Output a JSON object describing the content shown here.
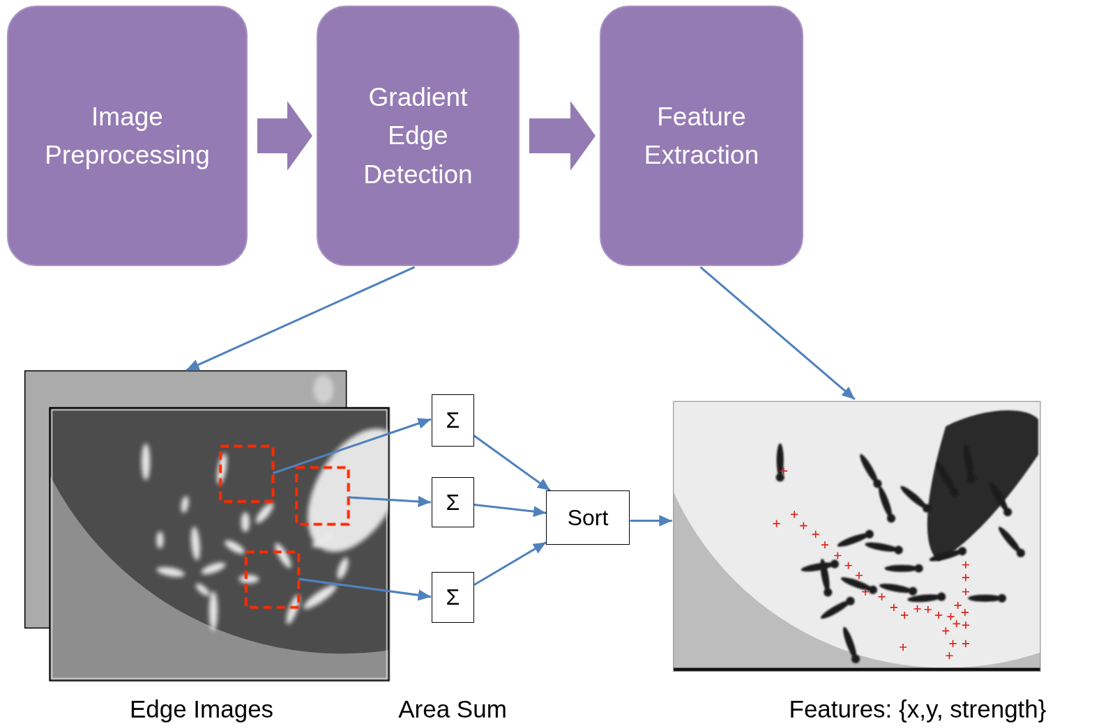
{
  "diagram": {
    "nodes": [
      {
        "text": [
          "Image Preprocessing"
        ]
      },
      {
        "text": [
          "Gradient Edge Detection"
        ]
      },
      {
        "text": [
          "Feature Extraction"
        ]
      },
      {
        "text": [
          "Σ"
        ]
      },
      {
        "text": [
          "Σ"
        ]
      },
      {
        "text": [
          "Σ"
        ]
      },
      {
        "text": [
          "Sort"
        ]
      }
    ],
    "edges": [
      {
        "from": 0,
        "to": 1,
        "arrow": "to"
      },
      {
        "from": 1,
        "to": 2,
        "arrow": "to"
      },
      {
        "from": 3,
        "to": 6,
        "arrow": "to"
      },
      {
        "from": 4,
        "to": 6,
        "arrow": "to"
      },
      {
        "from": 5,
        "to": 6,
        "arrow": "to"
      }
    ],
    "labels": [
      "Edge Images",
      "Area Sum",
      "Features: {x,y, strength}"
    ]
  }
}
